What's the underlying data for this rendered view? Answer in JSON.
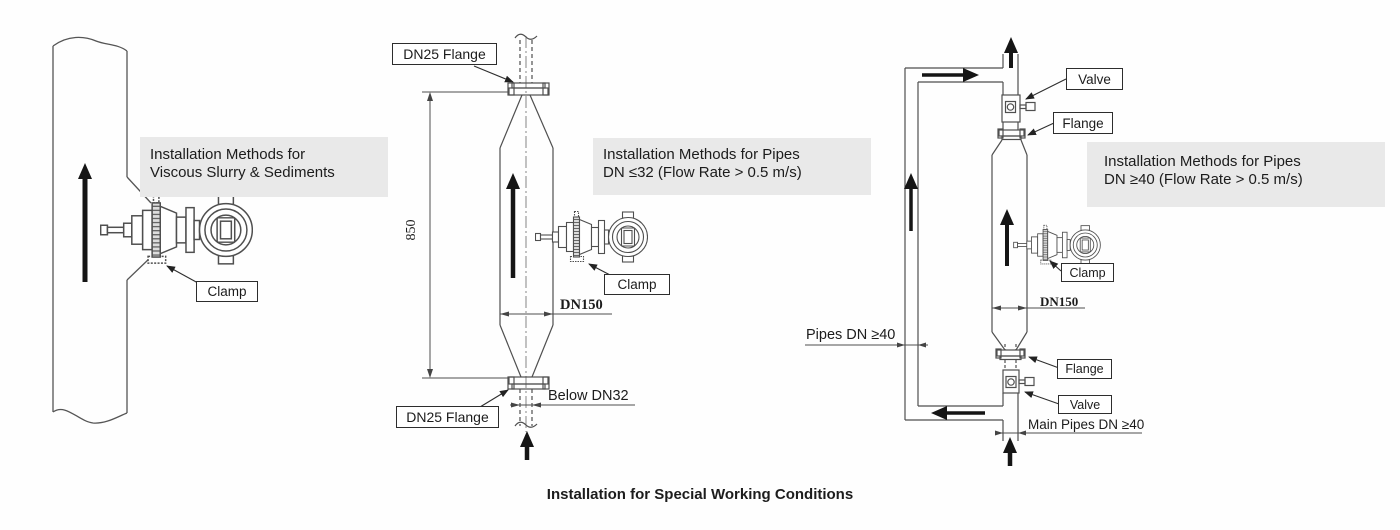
{
  "page": {
    "caption": "Installation for Special Working Conditions",
    "colors": {
      "panel_bg": "#e9e9e9",
      "line": "#4f4f4f",
      "arrow": "#151515"
    }
  },
  "diagram_left": {
    "title_line1": "Installation Methods for",
    "title_line2": "Viscous Slurry & Sediments",
    "clamp_label": "Clamp"
  },
  "diagram_middle": {
    "title_line1": "Installation Methods for Pipes",
    "title_line2": "DN ≤32 (Flow Rate > 0.5 m/s)",
    "flange_top_label": "DN25 Flange",
    "flange_bottom_label": "DN25 Flange",
    "clamp_label": "Clamp",
    "height_dim": "850",
    "diameter_dim": "DN150",
    "pipe_size_dim": "Below DN32"
  },
  "diagram_right": {
    "title_line1": "Installation Methods for Pipes",
    "title_line2": "DN ≥40 (Flow Rate > 0.5 m/s)",
    "valve_top_label": "Valve",
    "flange_top_label": "Flange",
    "clamp_label": "Clamp",
    "diameter_dim": "DN150",
    "flange_bottom_label": "Flange",
    "valve_bottom_label": "Valve",
    "bypass_pipe_label": "Pipes DN ≥40",
    "main_pipe_label": "Main Pipes DN ≥40"
  }
}
